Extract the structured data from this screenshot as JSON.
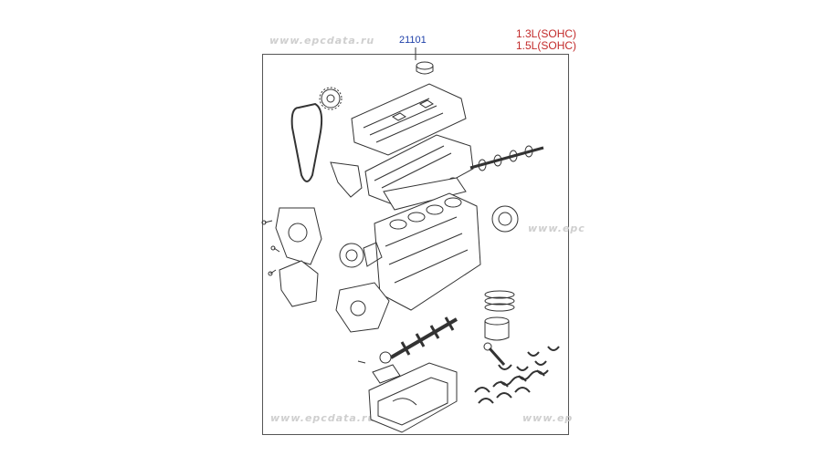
{
  "diagram": {
    "part_number": "21101",
    "engines": [
      "1.3L(SOHC)",
      "1.5L(SOHC)"
    ],
    "watermark_text": "www.epcdata.ru",
    "watermark_fragment_a": "www.epc",
    "watermark_fragment_b": "www.ep"
  },
  "colors": {
    "frame": "#555555",
    "part_number": "#1d3fa8",
    "engine_label": "#c22a2a",
    "watermark": "#cfcfcf",
    "line_art": "#333333"
  }
}
